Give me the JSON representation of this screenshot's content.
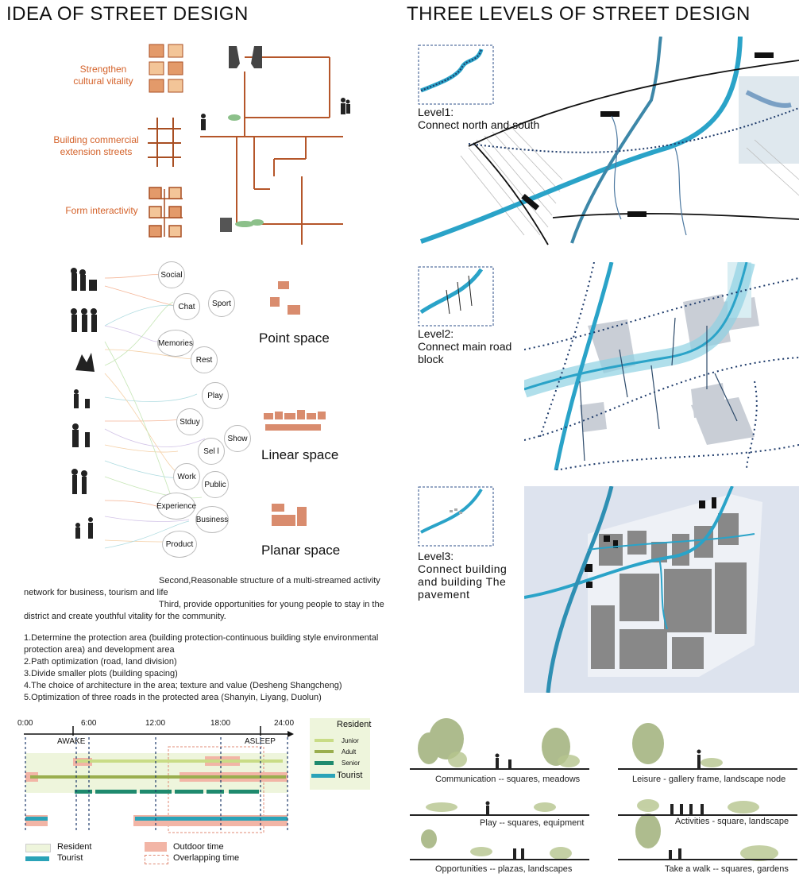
{
  "headings": {
    "left": "IDEA OF STREET DESIGN",
    "right": "THREE LEVELS OF STREET DESIGN"
  },
  "idea_labels": [
    "Strengthen cultural vitality",
    "Building commercial extension streets",
    "Form interactivity"
  ],
  "activities": [
    "Social",
    "Chat",
    "Sport",
    "Memories",
    "Rest",
    "Play",
    "Stduy",
    "Show",
    "Sel l",
    "Work",
    "Public",
    "Experience",
    "Business",
    "Product"
  ],
  "spaces": {
    "point": "Point space",
    "linear": "Linear space",
    "planar": "Planar space"
  },
  "levels": [
    {
      "title": "Level1:",
      "desc": "Connect north and south"
    },
    {
      "title": "Level2:",
      "desc": "Connect main road block"
    },
    {
      "title": "Level3:",
      "desc": "Connect building and building The pavement"
    }
  ],
  "paragraph": {
    "second": "Second,Reasonable structure of a multi-streamed activity network for business, tourism and life",
    "third": "Third, provide opportunities for young people to stay in the district and create youthful vitality for the community.",
    "items": [
      "1.Determine the protection area (building protection-continuous building style environmental protection area) and development area",
      "2.Path optimization (road, land division)",
      "3.Divide smaller plots (building spacing)",
      "4.The choice of architecture in the area; texture and value (Desheng Shangcheng)",
      "5.Optimization of three roads in the protected area (Shanyin, Liyang, Duolun)"
    ]
  },
  "timeline": {
    "ticks": [
      "0:00",
      "6:00",
      "12:00",
      "18:00",
      "24:00"
    ],
    "awake": "AWAKE",
    "asleep": "ASLEEP",
    "legend_right": {
      "resident": "Resident",
      "junior": "Junior",
      "adult": "Adult",
      "senior": "Senior",
      "tourist": "Tourist"
    },
    "legend_bottom": {
      "resident": "Resident",
      "tourist": "Tourist",
      "outdoor": "Outdoor time",
      "overlap": "Overlapping time"
    },
    "colors": {
      "junior": "#c9dc86",
      "adult": "#9aae4e",
      "senior": "#1f8a6e",
      "tourist": "#2aa3b8",
      "outdoor": "#f2b5a6",
      "resident_bg": "#eef5dc"
    }
  },
  "scenes": [
    "Communication -- squares, meadows",
    "Leisure - gallery frame, landscape node",
    "Play -- squares, equipment",
    "Activities - square, landscape",
    "Opportunities -- plazas, landscapes",
    "Take a walk -- squares, gardens"
  ]
}
